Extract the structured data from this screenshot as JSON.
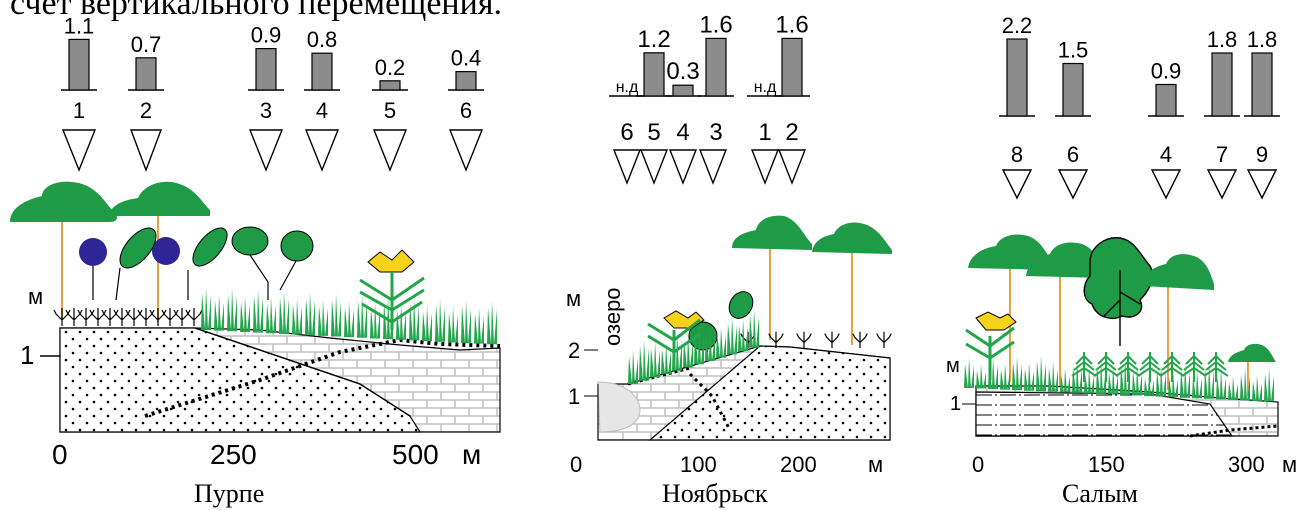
{
  "header_text": "счет вертикального перемещения.",
  "units": {
    "meter": "м",
    "ond": "н.д",
    "lake": "озеро"
  },
  "panels": [
    {
      "name": "Пурпе",
      "bars": [
        {
          "label": "1",
          "value": 1.1,
          "text": "1.1"
        },
        {
          "label": "2",
          "value": 0.7,
          "text": "0.7"
        },
        {
          "label": "3",
          "value": 0.9,
          "text": "0.9"
        },
        {
          "label": "4",
          "value": 0.8,
          "text": "0.8"
        },
        {
          "label": "5",
          "value": 0.2,
          "text": "0.2"
        },
        {
          "label": "6",
          "value": 0.4,
          "text": "0.4"
        }
      ],
      "x_ticks": [
        "0",
        "250",
        "500"
      ],
      "y_ticks": [
        "1"
      ],
      "x_unit": "м",
      "y_unit": "м"
    },
    {
      "name": "Ноябрьск",
      "bars": [
        {
          "label": "6",
          "value": null,
          "text": "н.д"
        },
        {
          "label": "5",
          "value": 1.2,
          "text": "1.2"
        },
        {
          "label": "4",
          "value": 0.3,
          "text": "0.3"
        },
        {
          "label": "3",
          "value": 1.6,
          "text": "1.6"
        },
        {
          "label": "1",
          "value": null,
          "text": "н.д"
        },
        {
          "label": "2",
          "value": 1.6,
          "text": "1.6"
        }
      ],
      "x_ticks": [
        "0",
        "100",
        "200"
      ],
      "y_ticks": [
        "1",
        "2"
      ],
      "x_unit": "м",
      "y_unit": "м"
    },
    {
      "name": "Салым",
      "bars": [
        {
          "label": "8",
          "value": 2.2,
          "text": "2.2"
        },
        {
          "label": "6",
          "value": 1.5,
          "text": "1.5"
        },
        {
          "label": "4",
          "value": 0.9,
          "text": "0.9"
        },
        {
          "label": "7",
          "value": 1.8,
          "text": "1.8"
        },
        {
          "label": "9",
          "value": 1.8,
          "text": "1.8"
        }
      ],
      "x_ticks": [
        "0",
        "150",
        "300"
      ],
      "y_ticks": [
        "1"
      ],
      "x_unit": "м",
      "y_unit": "м"
    }
  ],
  "colors": {
    "bar": "#8c8c8c",
    "tree": "#1f9a47",
    "trunk": "#e7a23a",
    "berry": "#2e2596",
    "flower": "#f7d21a",
    "grass": "#22a64b",
    "sand_dots": "#000000",
    "ice": "#e6e6e6"
  }
}
